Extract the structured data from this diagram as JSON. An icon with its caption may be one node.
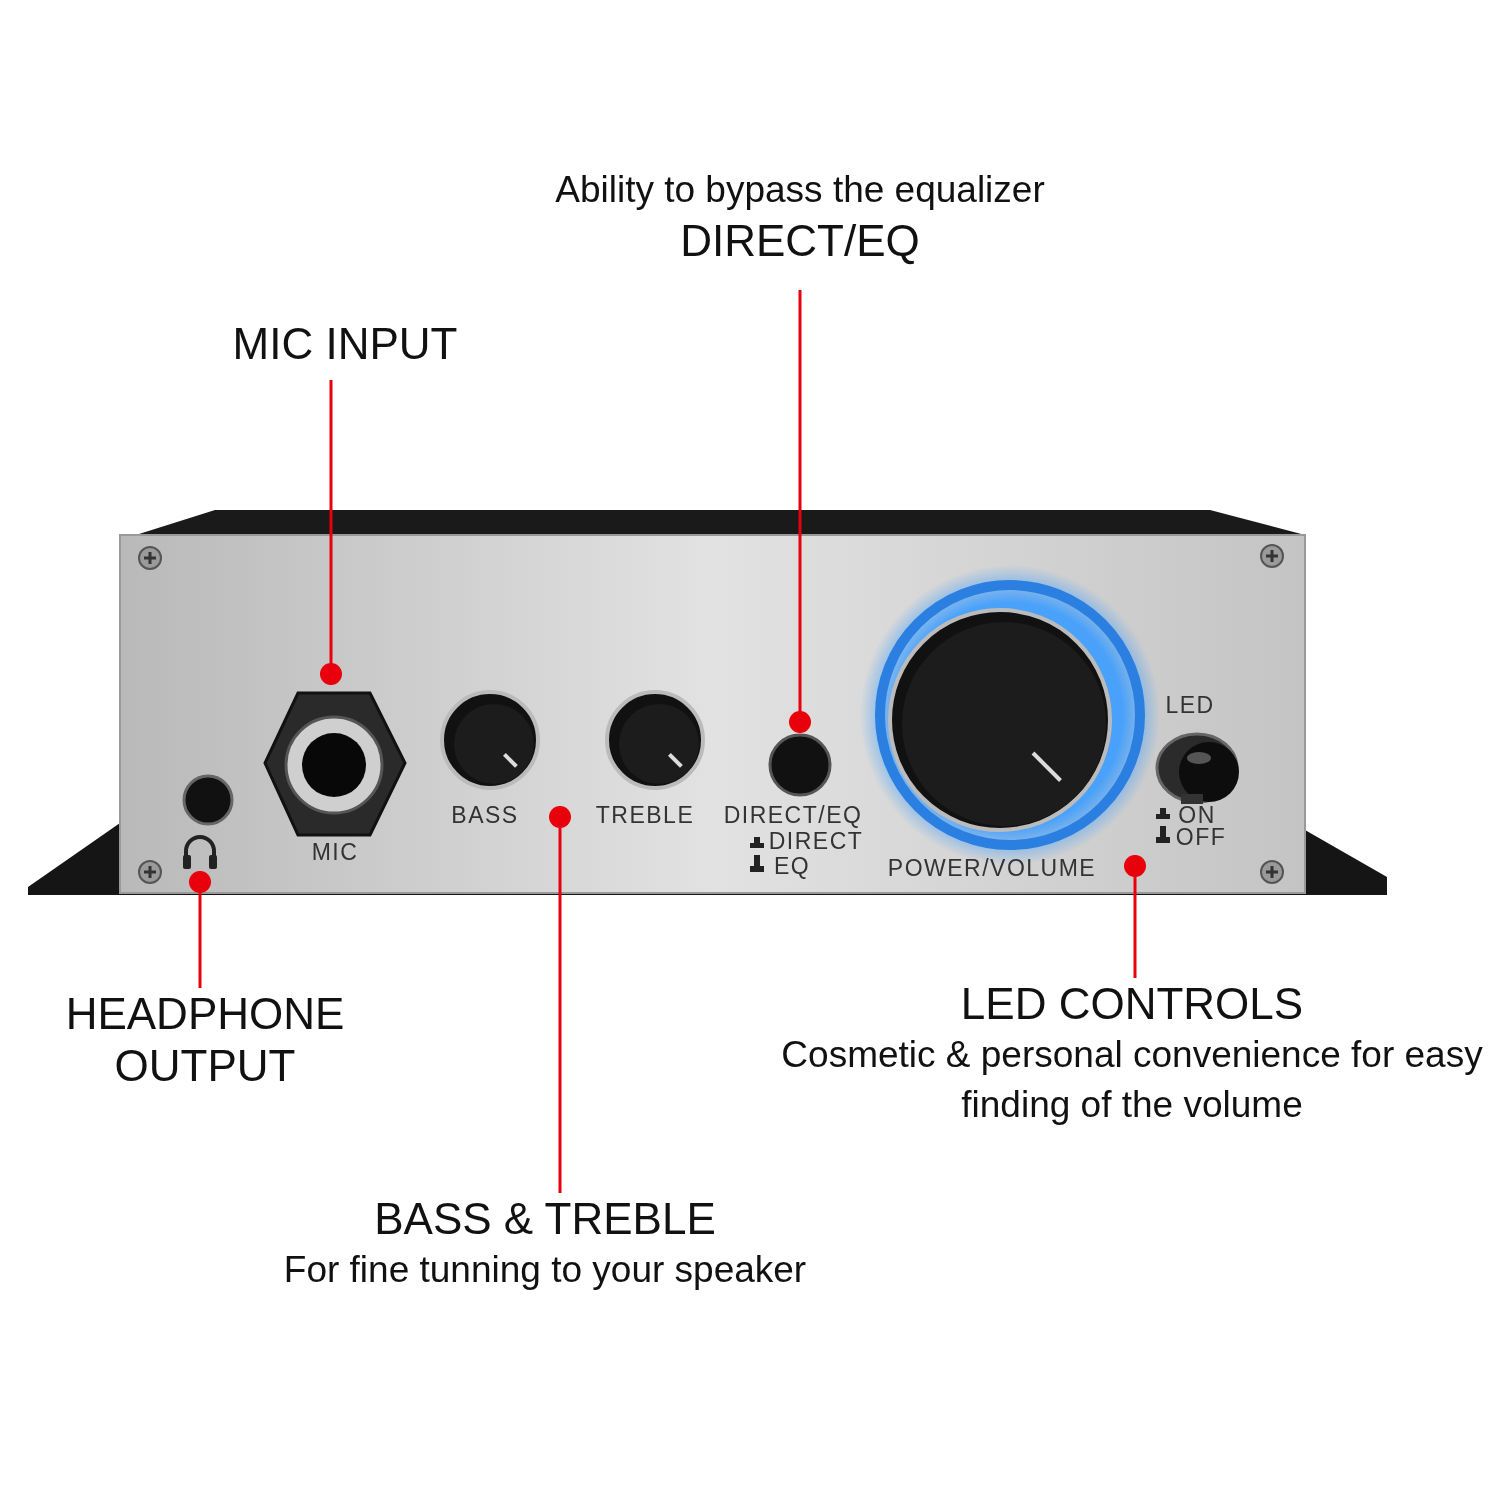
{
  "diagram": {
    "nodes": [
      {
        "text": [
          "Ability to bypass the equalizer",
          "DIRECT/EQ"
        ]
      },
      {
        "text": [
          "MIC INPUT"
        ]
      },
      {
        "text": [],
        "shape": "picture"
      },
      {
        "text": [],
        "shape": "picture",
        "in": 2
      },
      {
        "text": [],
        "shape": "circle",
        "in": 2
      },
      {
        "text": [],
        "shape": "picture",
        "in": 2
      },
      {
        "text": [],
        "shape": "picture",
        "in": 2
      },
      {
        "text": [
          "HEADPHONE OUTPUT"
        ]
      },
      {
        "text": [
          "LED CONTROLS",
          "Cosmetic & personal convenience for easy finding of the volume"
        ]
      },
      {
        "text": [
          "BASS & TREBLE",
          "For fine tunning to your speaker"
        ]
      }
    ],
    "edges": [
      {
        "from": 0,
        "to": 4,
        "arrow": "other",
        "color": "#e8000d"
      },
      {
        "from": 1,
        "to": 3,
        "arrow": "other",
        "color": "#e8000d"
      },
      {
        "from": 7,
        "to": 5,
        "arrow": "other",
        "color": "#e8000d"
      },
      {
        "from": 8,
        "to": 6,
        "arrow": "other",
        "color": "#e8000d"
      },
      {
        "from": 9,
        "to": 2,
        "arrow": "other",
        "color": "#e8000d"
      }
    ],
    "labels": [
      "LED",
      "BASS",
      "TREBLE",
      "DIRECT/EQ",
      "ON",
      "DIRECT",
      "OFF",
      "MIC",
      "EQ",
      "POWER/VOLUME"
    ]
  }
}
